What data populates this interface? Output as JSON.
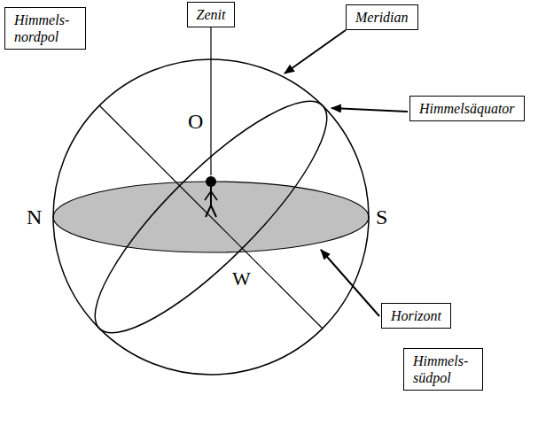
{
  "diagram": {
    "nodes": [
      {
        "text": [
          "Himmels- nordpol"
        ]
      },
      {
        "text": [
          "Zenit"
        ]
      },
      {
        "text": [
          "Meridian"
        ]
      },
      {
        "text": [
          "Himmelsäquator"
        ]
      },
      {
        "text": [
          "Horizont"
        ]
      },
      {
        "text": [
          "Himmels- südpol"
        ]
      }
    ],
    "labels": [
      "O",
      "N",
      "S",
      "W"
    ]
  }
}
